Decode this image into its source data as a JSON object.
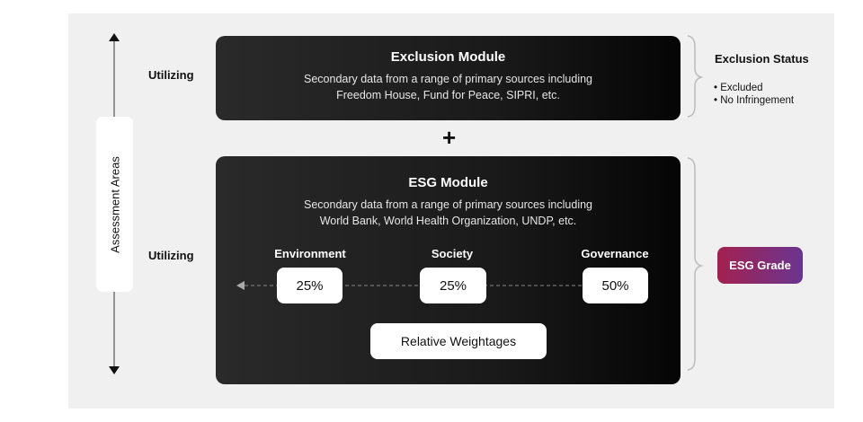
{
  "axis": {
    "label": "Assessment Areas"
  },
  "rows": [
    {
      "utilizing": "Utilizing"
    },
    {
      "utilizing": "Utilizing"
    }
  ],
  "exclusion": {
    "title": "Exclusion Module",
    "line1": "Secondary data from a range of primary sources including",
    "line2": "Freedom House, Fund for Peace, SIPRI, etc."
  },
  "plus": "+",
  "esg": {
    "title": "ESG Module",
    "line1": "Secondary data from a range of primary sources including",
    "line2": "World Bank, World Health Organization, UNDP, etc.",
    "pillars": [
      {
        "name": "Environment",
        "weight": "25%"
      },
      {
        "name": "Society",
        "weight": "25%"
      },
      {
        "name": "Governance",
        "weight": "50%"
      }
    ],
    "weightages_label": "Relative Weightages"
  },
  "exclusion_status": {
    "title": "Exclusion Status",
    "items": [
      "Excluded",
      "No Infringement"
    ]
  },
  "grade": {
    "label": "ESG Grade",
    "colors": [
      "#a3214f",
      "#6a3590"
    ]
  }
}
